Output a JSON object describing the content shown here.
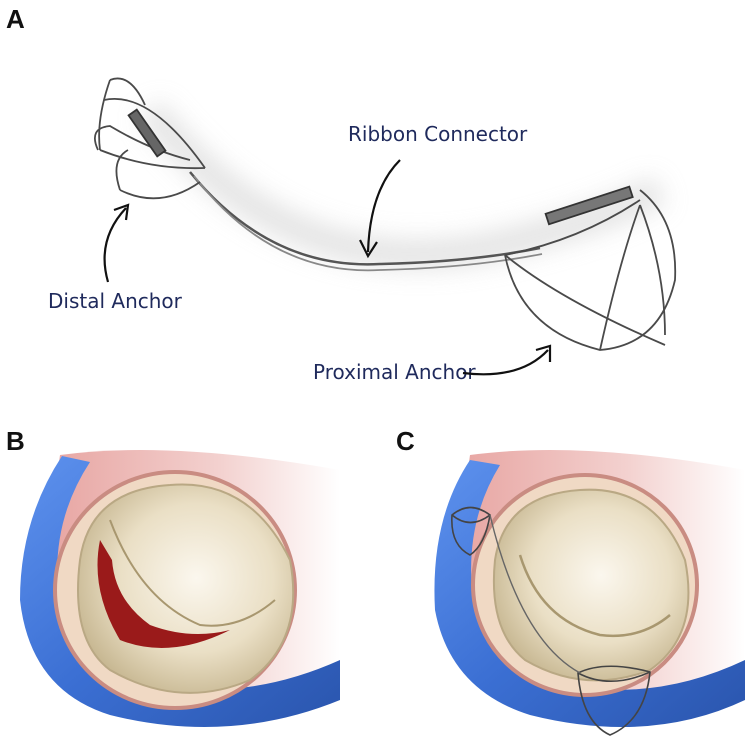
{
  "panels": {
    "a": {
      "letter": "A",
      "labels": {
        "ribbon_connector": "Ribbon Connector",
        "distal_anchor": "Distal Anchor",
        "proximal_anchor": "Proximal Anchor"
      }
    },
    "b": {
      "letter": "B"
    },
    "c": {
      "letter": "C"
    }
  },
  "colors": {
    "label_text": "#1f2a5c",
    "wire": "#4a4a4a",
    "vessel_blue": "#3f74d6",
    "tissue_red": "#d46a6a",
    "valve_cream": "#e9dfc6",
    "gap_red": "#9a1a1a"
  },
  "icons": {
    "arrows": "curved-arrow-icon",
    "device": "wire-anchor-icon"
  }
}
